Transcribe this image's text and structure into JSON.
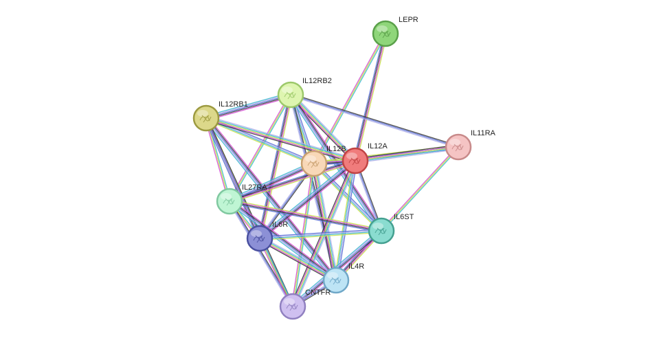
{
  "network": {
    "edge_colors": [
      "#3fb8d0",
      "#c8e04a",
      "#d34fd3",
      "#3b3b3b",
      "#5a6fd6",
      "#b0b0e8"
    ],
    "nodes": [
      {
        "id": "LEPR",
        "label": "LEPR",
        "color": "#8fd67a",
        "border": "#5aa04a"
      },
      {
        "id": "IL12RB2",
        "label": "IL12RB2",
        "color": "#def5b0",
        "border": "#9cc86a"
      },
      {
        "id": "IL12RB1",
        "label": "IL12RB1",
        "color": "#dcd88a",
        "border": "#9c9a40"
      },
      {
        "id": "IL11RA",
        "label": "IL11RA",
        "color": "#f5c4c4",
        "border": "#c88a8a"
      },
      {
        "id": "IL12B",
        "label": "IL12B",
        "color": "#f8d8b8",
        "border": "#c8a070"
      },
      {
        "id": "IL12A",
        "label": "IL12A",
        "color": "#f07c7c",
        "border": "#c04444"
      },
      {
        "id": "IL27RA",
        "label": "IL27RA",
        "color": "#bff5d4",
        "border": "#80c8a0"
      },
      {
        "id": "IL6R",
        "label": "IL6R",
        "color": "#8c90d6",
        "border": "#4a50a0"
      },
      {
        "id": "IL6ST",
        "label": "IL6ST",
        "color": "#8adcd0",
        "border": "#44a090"
      },
      {
        "id": "IL4R",
        "label": "IL4R",
        "color": "#bde4f5",
        "border": "#70a8c8"
      },
      {
        "id": "CNTFR",
        "label": "CNTFR",
        "color": "#cfc0f0",
        "border": "#9080c0"
      }
    ],
    "edges": [
      [
        "LEPR",
        "IL12B"
      ],
      [
        "LEPR",
        "IL12A"
      ],
      [
        "IL12RB2",
        "IL12RB1"
      ],
      [
        "IL12RB2",
        "IL11RA"
      ],
      [
        "IL12RB2",
        "IL12B"
      ],
      [
        "IL12RB2",
        "IL12A"
      ],
      [
        "IL12RB2",
        "IL27RA"
      ],
      [
        "IL12RB2",
        "IL6R"
      ],
      [
        "IL12RB2",
        "IL6ST"
      ],
      [
        "IL12RB2",
        "IL4R"
      ],
      [
        "IL12RB1",
        "IL12B"
      ],
      [
        "IL12RB1",
        "IL12A"
      ],
      [
        "IL12RB1",
        "IL27RA"
      ],
      [
        "IL12RB1",
        "IL6R"
      ],
      [
        "IL12RB1",
        "IL4R"
      ],
      [
        "IL12RB1",
        "CNTFR"
      ],
      [
        "IL11RA",
        "IL12B"
      ],
      [
        "IL11RA",
        "IL12A"
      ],
      [
        "IL11RA",
        "IL6ST"
      ],
      [
        "IL12B",
        "IL12A"
      ],
      [
        "IL12B",
        "IL27RA"
      ],
      [
        "IL12B",
        "IL6R"
      ],
      [
        "IL12B",
        "IL6ST"
      ],
      [
        "IL12B",
        "IL4R"
      ],
      [
        "IL12B",
        "CNTFR"
      ],
      [
        "IL12A",
        "IL27RA"
      ],
      [
        "IL12A",
        "IL6R"
      ],
      [
        "IL12A",
        "IL6ST"
      ],
      [
        "IL12A",
        "IL4R"
      ],
      [
        "IL12A",
        "CNTFR"
      ],
      [
        "IL27RA",
        "IL6R"
      ],
      [
        "IL27RA",
        "IL6ST"
      ],
      [
        "IL27RA",
        "IL4R"
      ],
      [
        "IL27RA",
        "CNTFR"
      ],
      [
        "IL6R",
        "IL6ST"
      ],
      [
        "IL6R",
        "IL4R"
      ],
      [
        "IL6R",
        "CNTFR"
      ],
      [
        "IL6ST",
        "IL4R"
      ],
      [
        "IL6ST",
        "CNTFR"
      ],
      [
        "IL4R",
        "CNTFR"
      ]
    ]
  }
}
